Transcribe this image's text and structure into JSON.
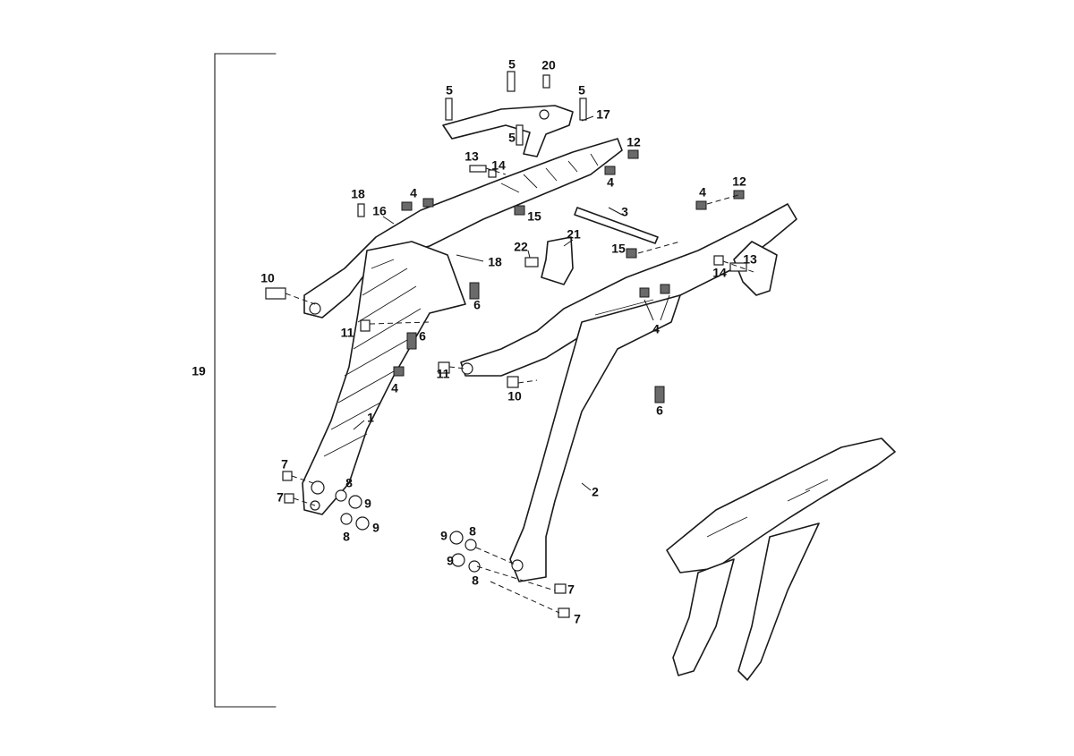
{
  "assembly_label": "19",
  "callouts": [
    {
      "id": "c1",
      "text": "1"
    },
    {
      "id": "c2",
      "text": "2"
    },
    {
      "id": "c3",
      "text": "3"
    },
    {
      "id": "c4a",
      "text": "4"
    },
    {
      "id": "c4b",
      "text": "4"
    },
    {
      "id": "c4c",
      "text": "4"
    },
    {
      "id": "c4d",
      "text": "4"
    },
    {
      "id": "c4e",
      "text": "4"
    },
    {
      "id": "c5a",
      "text": "5"
    },
    {
      "id": "c5b",
      "text": "5"
    },
    {
      "id": "c5c",
      "text": "5"
    },
    {
      "id": "c5d",
      "text": "5"
    },
    {
      "id": "c6a",
      "text": "6"
    },
    {
      "id": "c6b",
      "text": "6"
    },
    {
      "id": "c6c",
      "text": "6"
    },
    {
      "id": "c7a",
      "text": "7"
    },
    {
      "id": "c7b",
      "text": "7"
    },
    {
      "id": "c7c",
      "text": "7"
    },
    {
      "id": "c7d",
      "text": "7"
    },
    {
      "id": "c8a",
      "text": "8"
    },
    {
      "id": "c8b",
      "text": "8"
    },
    {
      "id": "c8c",
      "text": "8"
    },
    {
      "id": "c8d",
      "text": "8"
    },
    {
      "id": "c9a",
      "text": "9"
    },
    {
      "id": "c9b",
      "text": "9"
    },
    {
      "id": "c9c",
      "text": "9"
    },
    {
      "id": "c9d",
      "text": "9"
    },
    {
      "id": "c10a",
      "text": "10"
    },
    {
      "id": "c10b",
      "text": "10"
    },
    {
      "id": "c11a",
      "text": "11"
    },
    {
      "id": "c11b",
      "text": "11"
    },
    {
      "id": "c12a",
      "text": "12"
    },
    {
      "id": "c12b",
      "text": "12"
    },
    {
      "id": "c13a",
      "text": "13"
    },
    {
      "id": "c13b",
      "text": "13"
    },
    {
      "id": "c14a",
      "text": "14"
    },
    {
      "id": "c14b",
      "text": "14"
    },
    {
      "id": "c15a",
      "text": "15"
    },
    {
      "id": "c15b",
      "text": "15"
    },
    {
      "id": "c16",
      "text": "16"
    },
    {
      "id": "c17",
      "text": "17"
    },
    {
      "id": "c18a",
      "text": "18"
    },
    {
      "id": "c18b",
      "text": "18"
    },
    {
      "id": "c20",
      "text": "20"
    },
    {
      "id": "c21",
      "text": "21"
    },
    {
      "id": "c22",
      "text": "22"
    }
  ]
}
